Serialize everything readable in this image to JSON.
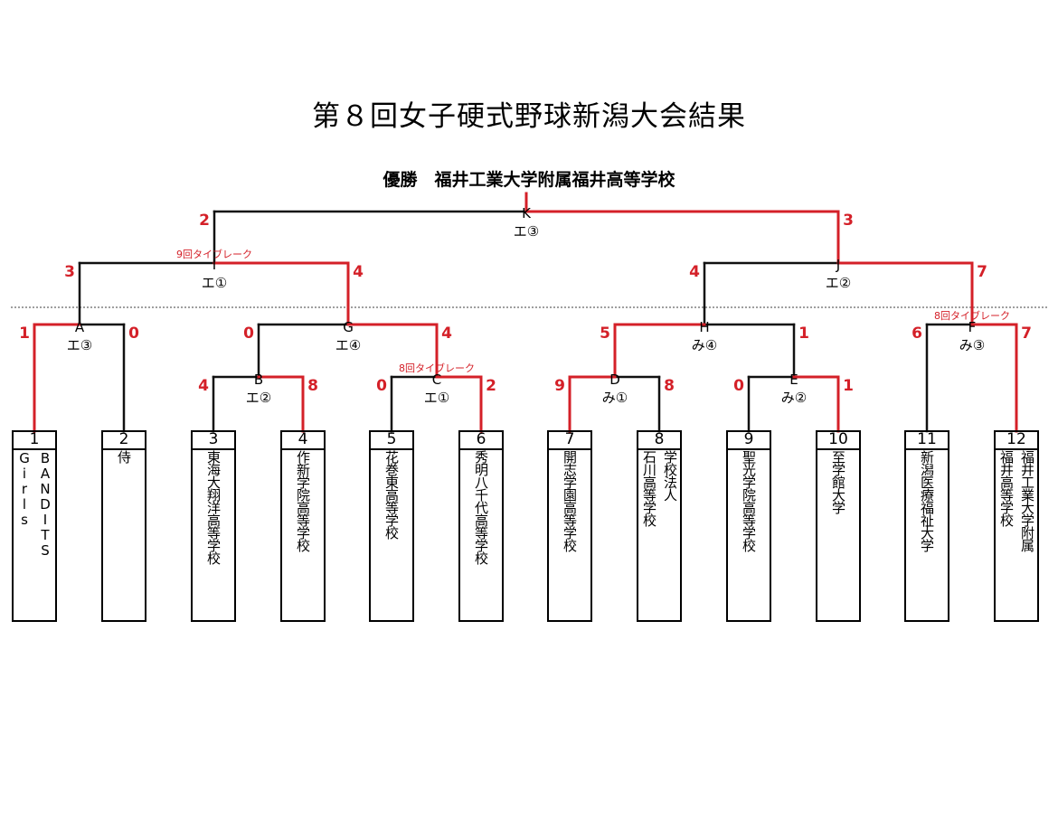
{
  "title": "第８回女子硬式野球新潟大会結果",
  "winner": "優勝　福井工業大学附属福井高等学校",
  "colors": {
    "winner_line": "#d42028",
    "line": "#111111",
    "score": "#d42028",
    "divider": "#666666"
  },
  "teams": [
    {
      "num": "1",
      "lines": [
        "BANDITS",
        "Girls"
      ]
    },
    {
      "num": "2",
      "lines": [
        "侍"
      ]
    },
    {
      "num": "3",
      "lines": [
        "東海大翔洋高等学校"
      ]
    },
    {
      "num": "4",
      "lines": [
        "作新学院高等学校"
      ]
    },
    {
      "num": "5",
      "lines": [
        "花巻東高等学校"
      ]
    },
    {
      "num": "6",
      "lines": [
        "秀明八千代高等学校"
      ]
    },
    {
      "num": "7",
      "lines": [
        "開志学園高等学校"
      ]
    },
    {
      "num": "8",
      "lines": [
        "学校法人",
        "石川高等学校"
      ]
    },
    {
      "num": "9",
      "lines": [
        "聖光学院高等学校"
      ]
    },
    {
      "num": "10",
      "lines": [
        "至学館大学"
      ]
    },
    {
      "num": "11",
      "lines": [
        "新潟医療福祉大学"
      ]
    },
    {
      "num": "12",
      "lines": [
        "福井工業大学附属",
        "福井高等学校"
      ]
    }
  ],
  "matches": [
    {
      "id": "A",
      "venue": "エ③",
      "score_left": "1",
      "score_right": "0",
      "winner": "left",
      "note": ""
    },
    {
      "id": "B",
      "venue": "エ②",
      "score_left": "4",
      "score_right": "8",
      "winner": "right",
      "note": ""
    },
    {
      "id": "C",
      "venue": "エ①",
      "score_left": "0",
      "score_right": "2",
      "winner": "right",
      "note": "8回タイブレーク"
    },
    {
      "id": "D",
      "venue": "み①",
      "score_left": "9",
      "score_right": "8",
      "winner": "left",
      "note": ""
    },
    {
      "id": "E",
      "venue": "み②",
      "score_left": "0",
      "score_right": "1",
      "winner": "right",
      "note": ""
    },
    {
      "id": "F",
      "venue": "み③",
      "score_left": "6",
      "score_right": "7",
      "winner": "right",
      "note": "8回タイブレーク"
    },
    {
      "id": "G",
      "venue": "エ④",
      "score_left": "0",
      "score_right": "4",
      "winner": "right",
      "note": ""
    },
    {
      "id": "H",
      "venue": "み④",
      "score_left": "5",
      "score_right": "1",
      "winner": "left",
      "note": ""
    },
    {
      "id": "I",
      "venue": "エ①",
      "score_left": "3",
      "score_right": "4",
      "winner": "right",
      "note": "9回タイブレーク"
    },
    {
      "id": "J",
      "venue": "エ②",
      "score_left": "4",
      "score_right": "7",
      "winner": "right",
      "note": ""
    },
    {
      "id": "K",
      "venue": "エ③",
      "score_left": "2",
      "score_right": "3",
      "winner": "right",
      "note": ""
    }
  ]
}
